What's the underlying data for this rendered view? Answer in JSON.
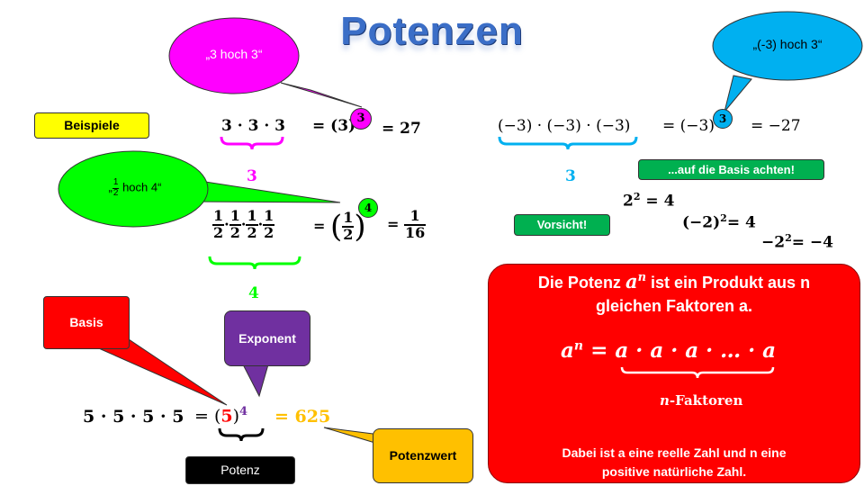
{
  "title": "Potenzen",
  "tags": {
    "beispiele": "Beispiele",
    "vorsicht": "Vorsicht!",
    "basis_hint": "...auf die Basis achten!",
    "basis": "Basis",
    "exponent": "Exponent",
    "potenz": "Potenz",
    "potenzwert": "Potenzwert"
  },
  "bubbles": {
    "hoch3": "„3 hoch 3“",
    "neg_hoch3": "„(-3) hoch 3“",
    "half_prefix": "„",
    "half_num": "1",
    "half_den": "2",
    "half_suffix": "hoch 4“"
  },
  "example1": {
    "product": "3 · 3 · 3",
    "eq_power": "= (3)",
    "exponent": "3",
    "result": "= 27",
    "count": "3"
  },
  "example2": {
    "product": "(−3) · (−3) · (−3)",
    "eq_power": "= (−3)",
    "exponent": "3",
    "result": "= −27",
    "count": "3"
  },
  "example3": {
    "num": "1",
    "den": "2",
    "dot": "·",
    "eq": "=",
    "exponent": "4",
    "res_num": "1",
    "res_den": "16",
    "count": "4"
  },
  "example4": {
    "product": "5 · 5 · 5 · 5",
    "eq_open": "= (",
    "base": "5",
    "close": ")",
    "exponent": "4",
    "result": "= 625"
  },
  "warnings": {
    "line1_base": "2",
    "line1_exp": "2",
    "line1_rest": " = 4",
    "line2_base": "(−2)",
    "line2_exp": "2",
    "line2_rest": "= 4",
    "line3_base": "−2",
    "line3_exp": "2",
    "line3_rest": "= −4"
  },
  "definition": {
    "line1_pre": "Die Potenz",
    "a": "a",
    "n": "n",
    "line1_post": "ist ein Produkt aus n",
    "line2": "gleichen Faktoren a.",
    "formula_lhs_base": "a",
    "formula_lhs_exp": "n",
    "formula_rhs": "= a · a · a ·  …  · a",
    "factor_n": "n",
    "factor_label": "-Faktoren",
    "footer_line1": "Dabei ist a eine reelle Zahl und n eine",
    "footer_line2": "positive natürliche Zahl."
  },
  "colors": {
    "magenta": "#ff00ff",
    "cyan": "#00b0f0",
    "green": "#00ff00",
    "red": "#ff0000",
    "purple": "#7030a0",
    "gold": "#ffc000",
    "yellow": "#ffff00",
    "dark_green": "#00b050"
  }
}
